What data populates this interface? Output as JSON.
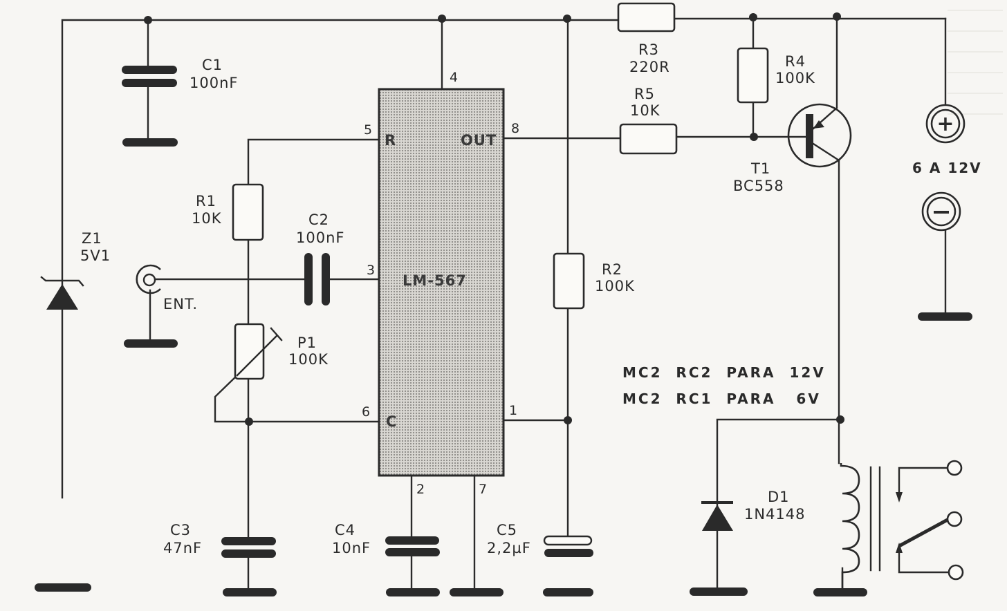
{
  "ic": {
    "name": "LM-567",
    "pins": {
      "p4": "4",
      "p5": "5",
      "p8": "8",
      "p3": "3",
      "p6": "6",
      "p1": "1",
      "p2": "2",
      "p7": "7"
    },
    "pin_labels": {
      "r": "R",
      "out": "OUT",
      "c": "C"
    }
  },
  "components": {
    "c1": {
      "ref": "C1",
      "value": "100nF"
    },
    "c2": {
      "ref": "C2",
      "value": "100nF"
    },
    "c3": {
      "ref": "C3",
      "value": "47nF"
    },
    "c4": {
      "ref": "C4",
      "value": "10nF"
    },
    "c5": {
      "ref": "C5",
      "value": "2,2µF"
    },
    "r1": {
      "ref": "R1",
      "value": "10K"
    },
    "r2": {
      "ref": "R2",
      "value": "100K"
    },
    "r3": {
      "ref": "R3",
      "value": "220R"
    },
    "r4": {
      "ref": "R4",
      "value": "100K"
    },
    "r5": {
      "ref": "R5",
      "value": "10K"
    },
    "p1": {
      "ref": "P1",
      "value": "100K"
    },
    "z1": {
      "ref": "Z1",
      "value": "5V1"
    },
    "d1": {
      "ref": "D1",
      "value": "1N4148"
    },
    "t1": {
      "ref": "T1",
      "value": "BC558"
    }
  },
  "input": {
    "label": "ENT."
  },
  "power": {
    "label": "6 A 12V",
    "plus": "+",
    "minus": "−"
  },
  "notes": [
    {
      "text": "MC2  RC2  PARA  12V"
    },
    {
      "text": "MC2  RC1  PARA   6V"
    }
  ]
}
